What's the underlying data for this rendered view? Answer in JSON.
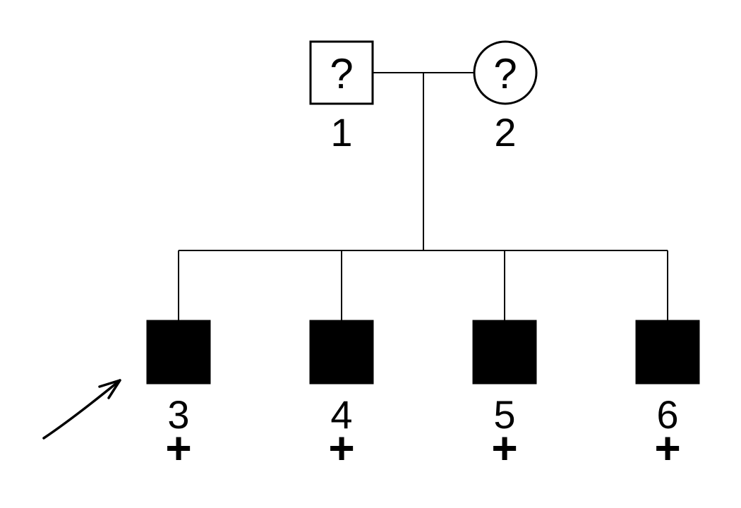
{
  "colors": {
    "line": "#000000",
    "affected_fill": "#000000",
    "unaffected_fill": "#ffffff",
    "background": "#ffffff"
  },
  "pedigree": {
    "type": "pedigree-chart",
    "individuals": [
      {
        "label": "1",
        "shape": "square",
        "filled": false,
        "symbol_text": "?"
      },
      {
        "label": "2",
        "shape": "circle",
        "filled": false,
        "symbol_text": "?"
      },
      {
        "label": "3",
        "shape": "square",
        "filled": true,
        "status_text": "+",
        "proband": true
      },
      {
        "label": "4",
        "shape": "square",
        "filled": true,
        "status_text": "+"
      },
      {
        "label": "5",
        "shape": "square",
        "filled": true,
        "status_text": "+"
      },
      {
        "label": "6",
        "shape": "square",
        "filled": true,
        "status_text": "+"
      }
    ],
    "proband_arrow_points_to": "3"
  }
}
